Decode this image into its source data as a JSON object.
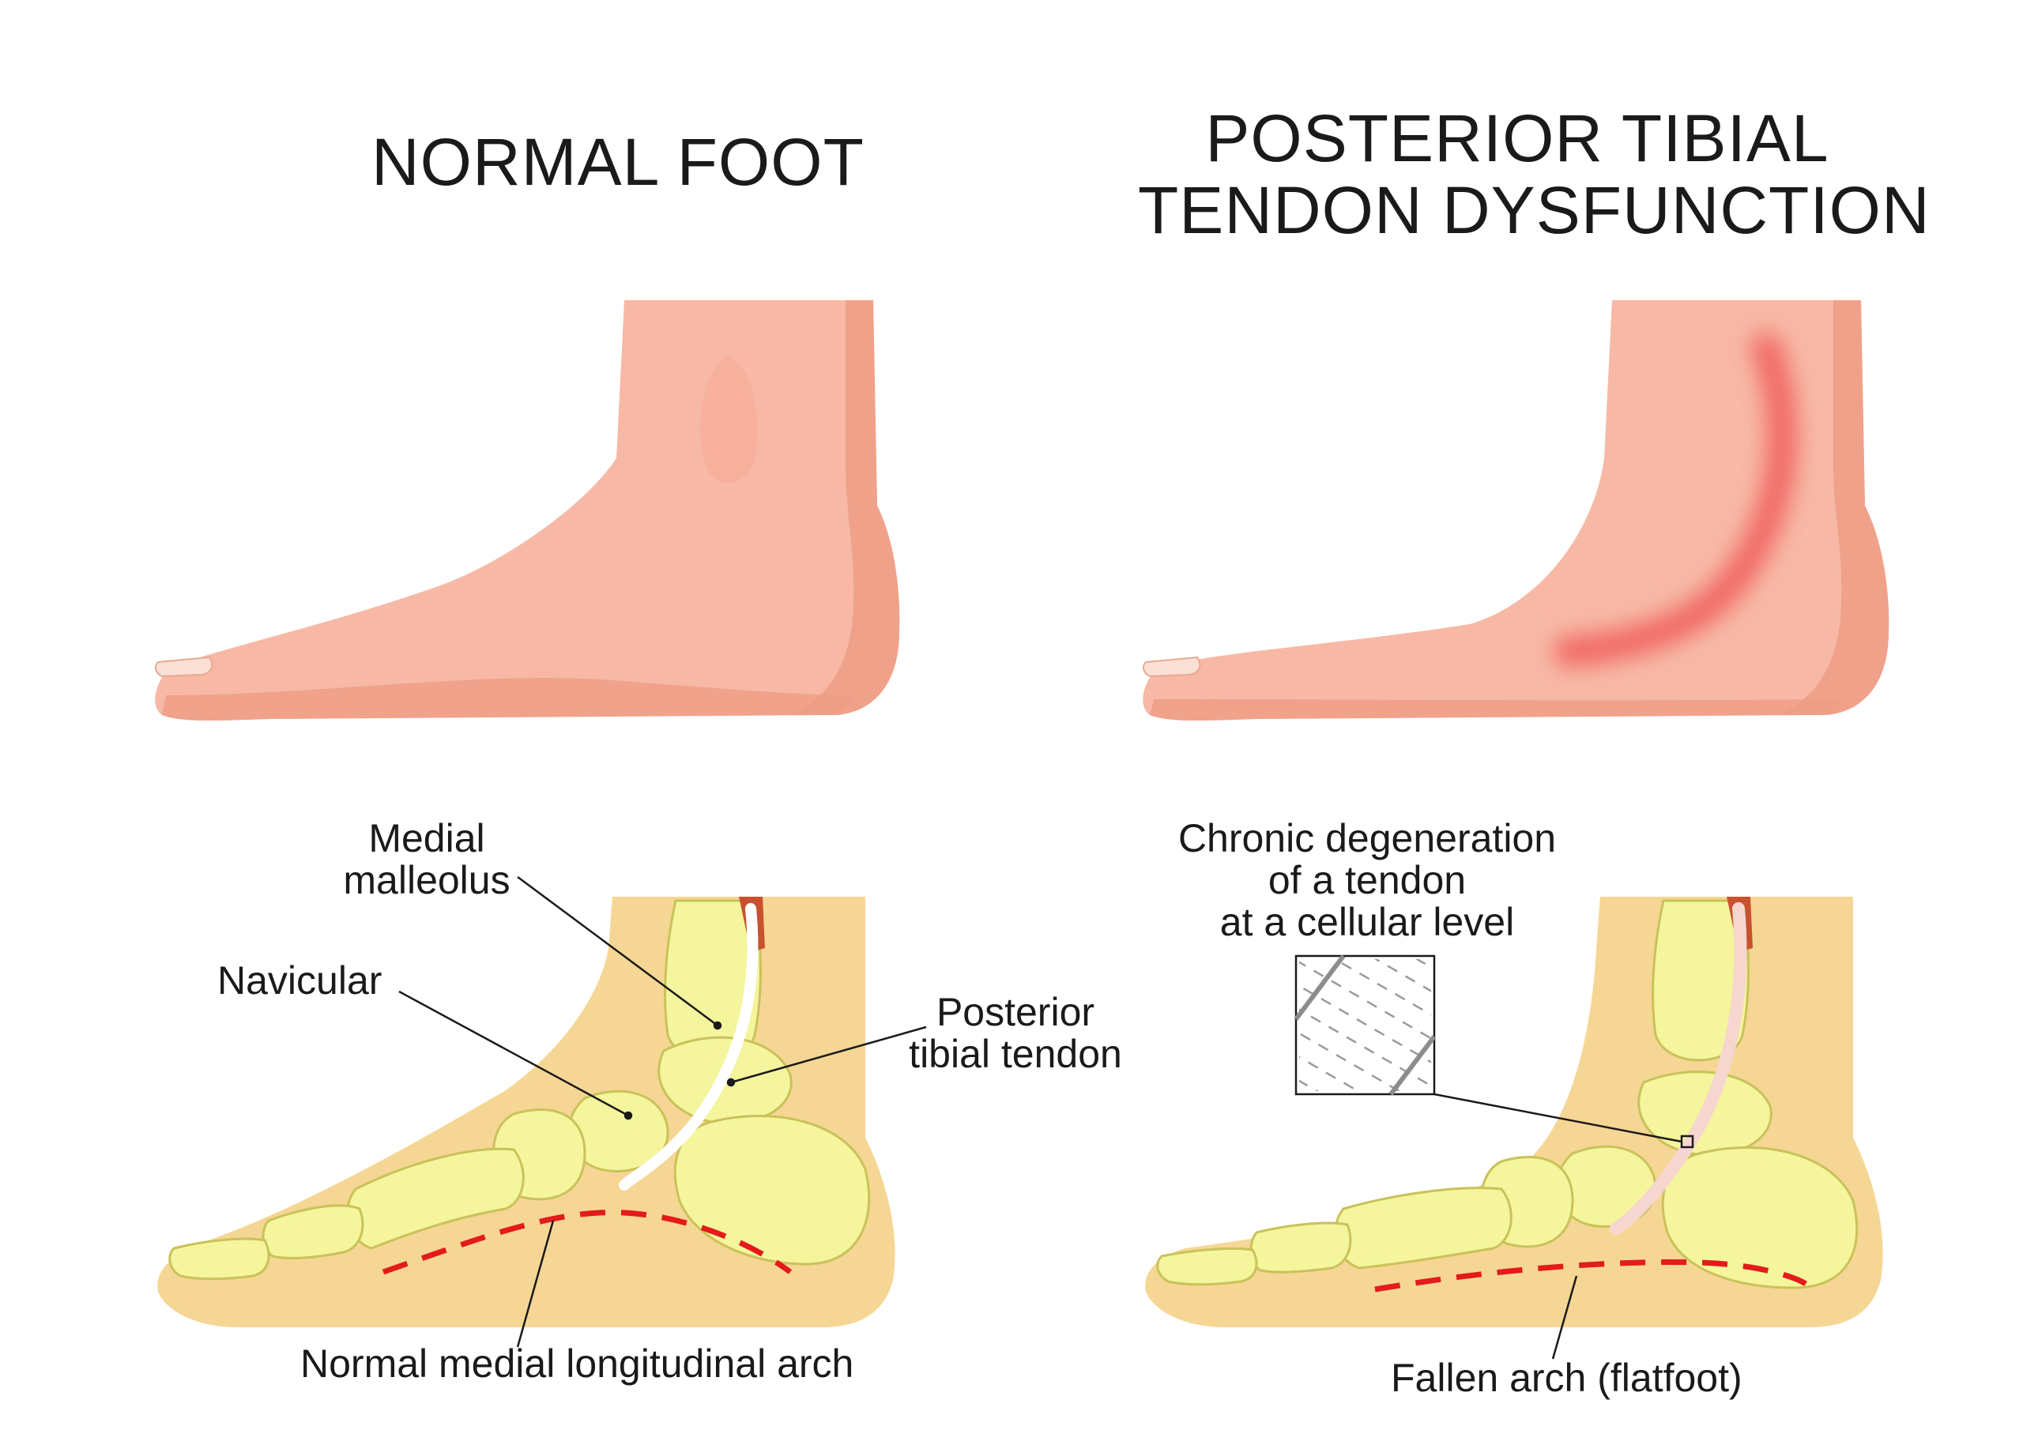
{
  "titles": {
    "left": "NORMAL FOOT",
    "right_line1": "POSTERIOR TIBIAL",
    "right_line2": "TENDON DYSFUNCTION"
  },
  "labels": {
    "medial_malleolus_1": "Medial",
    "medial_malleolus_2": "malleolus",
    "navicular": "Navicular",
    "posterior_tibial_1": "Posterior",
    "posterior_tibial_2": "tibial tendon",
    "normal_arch": "Normal medial longitudinal arch",
    "chronic_1": "Chronic degeneration",
    "chronic_2": "of a tendon",
    "chronic_3": "at a cellular level",
    "fallen_arch": "Fallen arch (flatfoot)"
  },
  "colors": {
    "skin": "#f7b9a5",
    "skin_shadow": "#ee9c85",
    "soft_tissue": "#f6d694",
    "bone": "#f4f59c",
    "bone_outline": "#c9c25a",
    "tendon": "#ffffff",
    "inflamed_tendon": "#f6d6cf",
    "arch_line": "#e31b1b",
    "inflammation": "#f05a5a",
    "muscle": "#c8522e"
  }
}
